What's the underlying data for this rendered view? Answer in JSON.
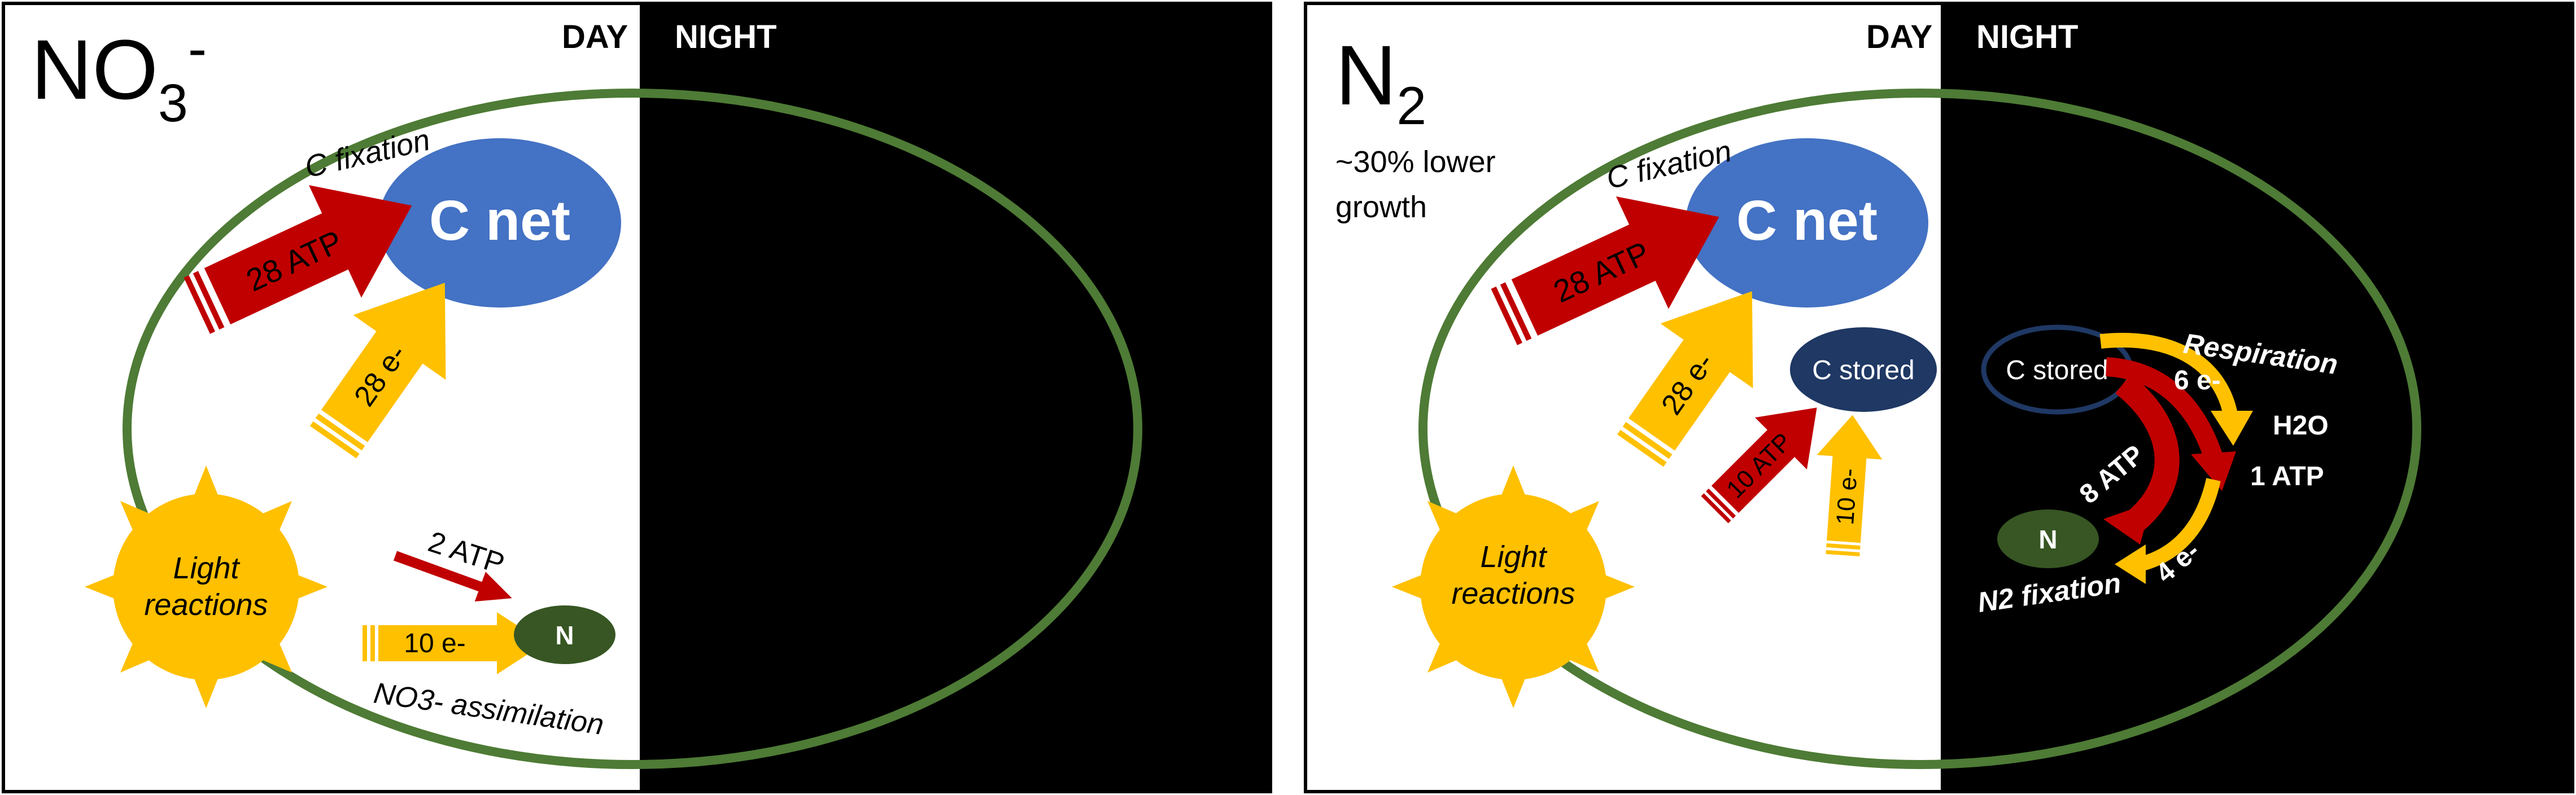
{
  "panels": [
    {
      "id": "nitrate",
      "title_main": "NO",
      "title_sub": "3",
      "title_sup": "-",
      "subtitle_line1": "",
      "subtitle_line2": "",
      "day_label": "DAY",
      "night_label": "NIGHT",
      "c_fixation_label": "C fixation",
      "c_net_label": "C net",
      "atp_fixation_label": "28 ATP",
      "electron_label": "28 e-",
      "light_label_line1": "Light",
      "light_label_line2": "reactions",
      "n_label": "N",
      "assim_atp_label": "2 ATP",
      "assim_e_label": "10 e-",
      "assimilation_label": "NO3- assimilation"
    },
    {
      "id": "dinitrogen",
      "title_main": "N",
      "title_sub": "2",
      "title_sup": "",
      "subtitle_line1": "~30% lower",
      "subtitle_line2": "growth",
      "day_label": "DAY",
      "night_label": "NIGHT",
      "c_fixation_label": "C fixation",
      "c_net_label": "C net",
      "atp_fixation_label": "28 ATP",
      "electron_label": "28 e-",
      "light_label_line1": "Light",
      "light_label_line2": "reactions",
      "c_stored_day_label": "C stored",
      "c_stored_night_label": "C stored",
      "storage_atp_label": "10 ATP",
      "storage_e_label": "10 e-",
      "respiration_label": "Respiration",
      "resp_e_label": "6 e-",
      "water_label": "H2O",
      "resp_atp_label": "1 ATP",
      "fix_atp_label": "8 ATP",
      "fix_e_label": "4 e-",
      "n_label": "N",
      "n2_fixation_label": "N2 fixation"
    }
  ],
  "colors": {
    "night_bg": "#000000",
    "day_bg": "#ffffff",
    "frame": "#000000",
    "cell_outline": "#4e7b35",
    "c_net": "#4472c4",
    "c_stored": "#1f3864",
    "n_pool": "#375623",
    "atp_arrow": "#c00000",
    "electron_arrow": "#ffc000",
    "sun": "#ffc000"
  },
  "icons": {
    "sun": "sun-icon"
  }
}
